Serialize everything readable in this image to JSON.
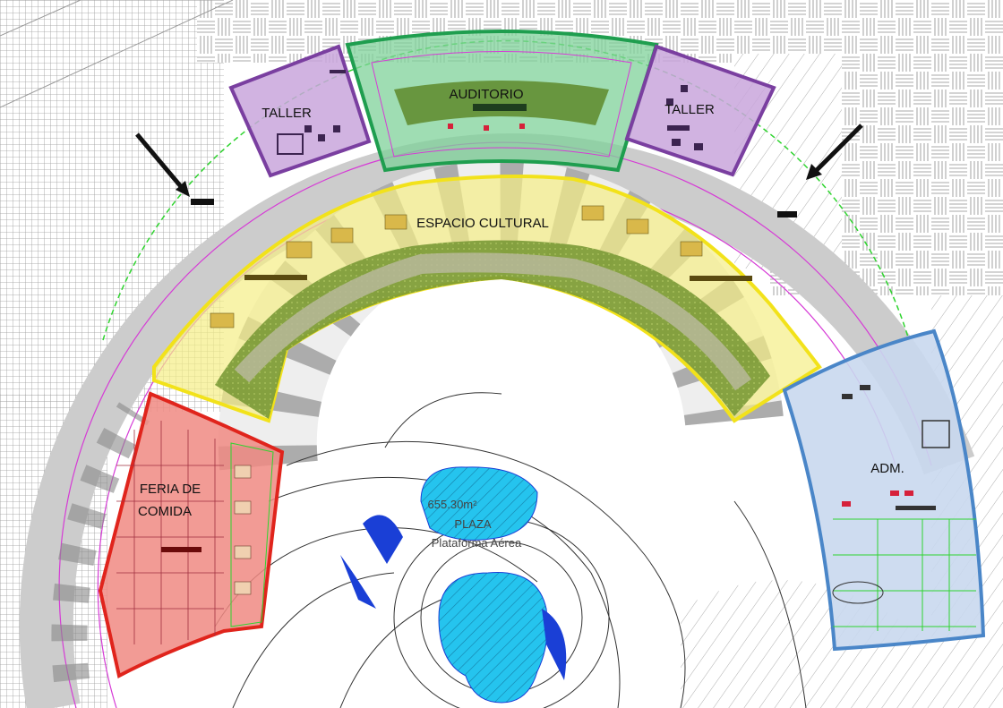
{
  "plan": {
    "zones": [
      {
        "id": "auditorio",
        "label": "AUDITORIO",
        "border_color": "#1f9e4f",
        "fill_color": "#7fd29a"
      },
      {
        "id": "taller_left",
        "label": "TALLER",
        "border_color": "#7a3fa0",
        "fill_color": "#c9a6dc"
      },
      {
        "id": "taller_right",
        "label": "TALLER",
        "border_color": "#7a3fa0",
        "fill_color": "#c9a6dc"
      },
      {
        "id": "espacio_cultural",
        "label": "ESPACIO CULTURAL",
        "border_color": "#f2e21a",
        "fill_color": "#f5ee86"
      },
      {
        "id": "feria",
        "label_line1": "FERIA DE",
        "label_line2": "COMIDA",
        "border_color": "#e0241c",
        "fill_color": "#f08a82"
      },
      {
        "id": "adm",
        "label": "ADM.",
        "border_color": "#4a86c8",
        "fill_color": "#c9d8ee"
      }
    ],
    "plaza": {
      "line1": "655.30m²",
      "line2": "PLAZA",
      "line3": "Plataforma Aérea"
    },
    "arrows": [
      {
        "id": "entrance-arrow-left",
        "icon": "arrow-down-right-icon"
      },
      {
        "id": "entrance-arrow-right",
        "icon": "arrow-down-left-icon"
      }
    ],
    "colors": {
      "garden": "#7a9a36",
      "path": "#b7b89a",
      "wall_magenta": "#d63bd6",
      "wall_green": "#2fd42f",
      "water": "#25c4ee",
      "blue_shape": "#1a3fd6"
    }
  }
}
